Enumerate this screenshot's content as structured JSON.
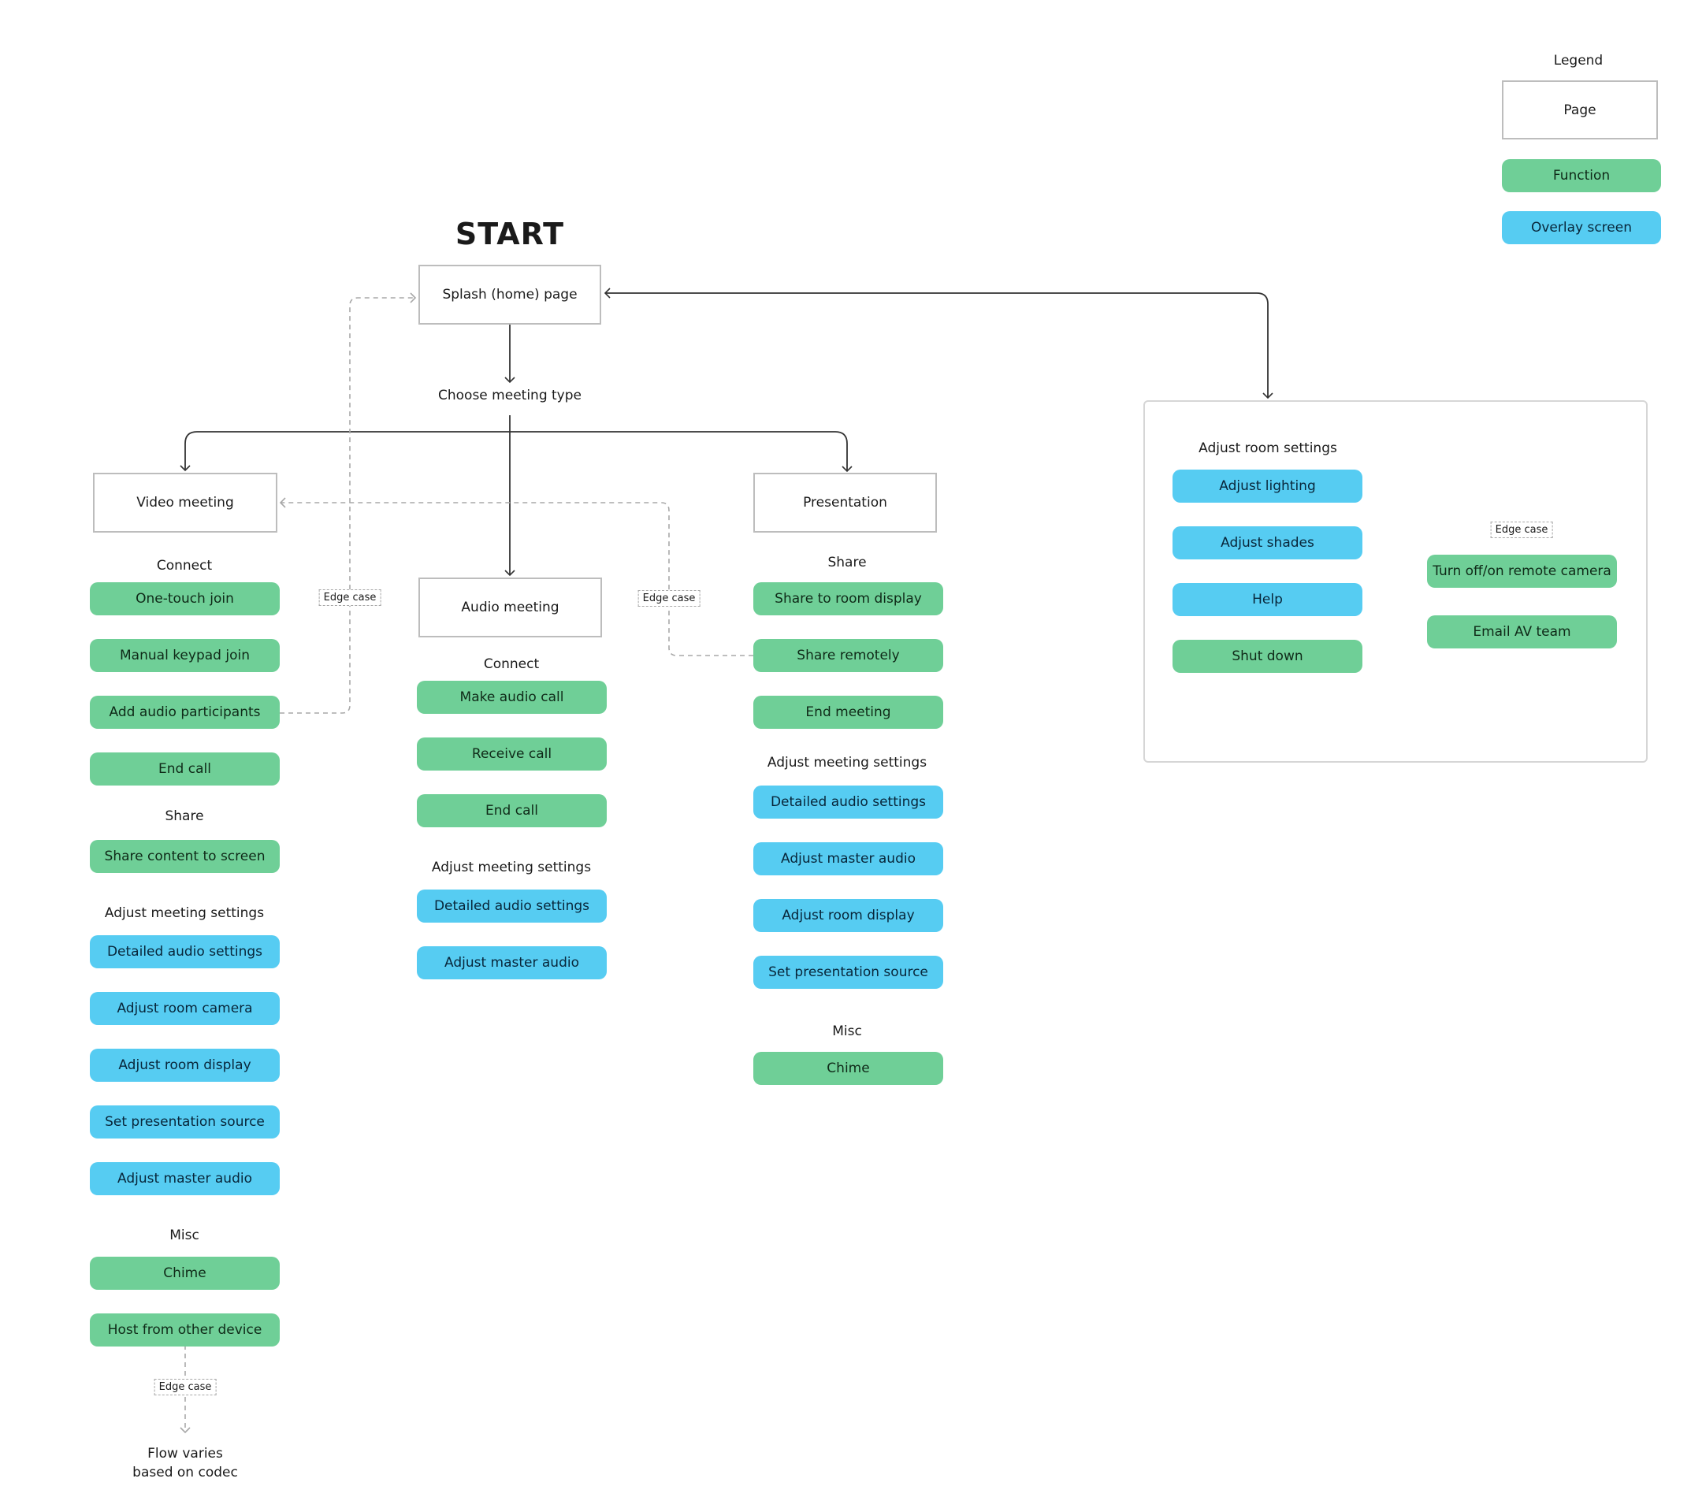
{
  "legend": {
    "title": "Legend",
    "page": "Page",
    "function": "Function",
    "overlay": "Overlay screen"
  },
  "colors": {
    "function": "#6fcf97",
    "overlay": "#56ccf2",
    "page_border": "#bdbdbd",
    "dashed": "#a8a8a8",
    "line": "#333333"
  },
  "start": "START",
  "splash": "Splash (home) page",
  "choose": "Choose meeting type",
  "edge_case": "Edge case",
  "video": {
    "title": "Video meeting",
    "connect": {
      "heading": "Connect",
      "items": [
        "One-touch join",
        "Manual keypad join",
        "Add audio participants",
        "End call"
      ]
    },
    "share": {
      "heading": "Share",
      "items": [
        "Share content to screen"
      ]
    },
    "settings": {
      "heading": "Adjust meeting settings",
      "items": [
        "Detailed audio settings",
        "Adjust room camera",
        "Adjust room display",
        "Set presentation source",
        "Adjust master audio"
      ]
    },
    "misc": {
      "heading": "Misc",
      "items": [
        "Chime",
        "Host from other device"
      ]
    },
    "flow_note": [
      "Flow varies",
      "based on codec"
    ]
  },
  "audio": {
    "title": "Audio meeting",
    "connect": {
      "heading": "Connect",
      "items": [
        "Make audio call",
        "Receive call",
        "End call"
      ]
    },
    "settings": {
      "heading": "Adjust meeting settings",
      "items": [
        "Detailed audio settings",
        "Adjust master audio"
      ]
    }
  },
  "presentation": {
    "title": "Presentation",
    "share": {
      "heading": "Share",
      "items": [
        "Share to room display",
        "Share remotely",
        "End meeting"
      ]
    },
    "settings": {
      "heading": "Adjust meeting settings",
      "items": [
        "Detailed audio settings",
        "Adjust master audio",
        "Adjust room display",
        "Set presentation source"
      ]
    },
    "misc": {
      "heading": "Misc",
      "items": [
        "Chime"
      ]
    }
  },
  "room": {
    "heading": "Adjust room settings",
    "items": [
      "Adjust lighting",
      "Adjust shades",
      "Help",
      "Shut down"
    ],
    "help_sub": [
      "Turn off/on remote camera",
      "Email AV team"
    ]
  }
}
